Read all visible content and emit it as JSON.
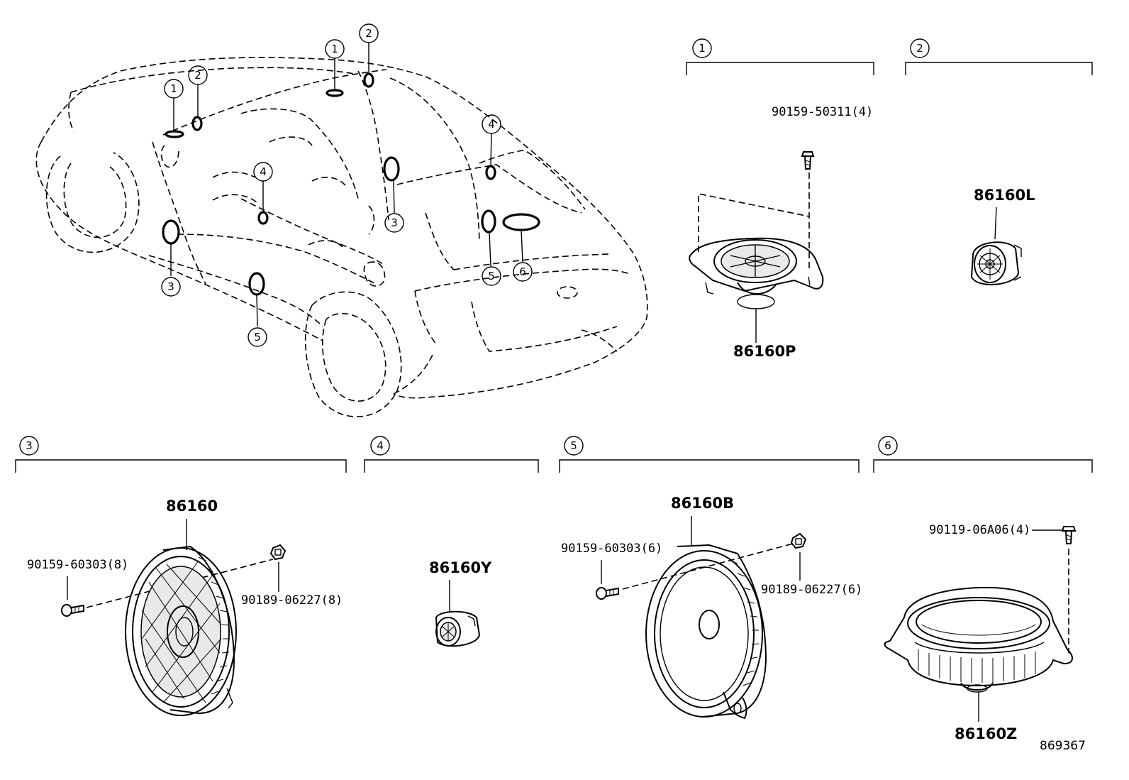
{
  "diagram_id": "869367",
  "callouts_car": [
    "1",
    "2",
    "1",
    "2",
    "4",
    "4",
    "3",
    "3",
    "5",
    "5",
    "6"
  ],
  "sections": [
    {
      "num": "1",
      "part": "86160P",
      "fasteners": [
        {
          "code": "90159-50311(4)"
        }
      ]
    },
    {
      "num": "2",
      "part": "86160L",
      "fasteners": []
    },
    {
      "num": "3",
      "part": "86160",
      "fasteners": [
        {
          "code": "90159-60303(8)"
        },
        {
          "code": "90189-06227(8)"
        }
      ]
    },
    {
      "num": "4",
      "part": "86160Y",
      "fasteners": []
    },
    {
      "num": "5",
      "part": "86160B",
      "fasteners": [
        {
          "code": "90159-60303(6)"
        },
        {
          "code": "90189-06227(6)"
        }
      ]
    },
    {
      "num": "6",
      "part": "86160Z",
      "fasteners": [
        {
          "code": "90119-06A06(4)"
        }
      ]
    }
  ]
}
